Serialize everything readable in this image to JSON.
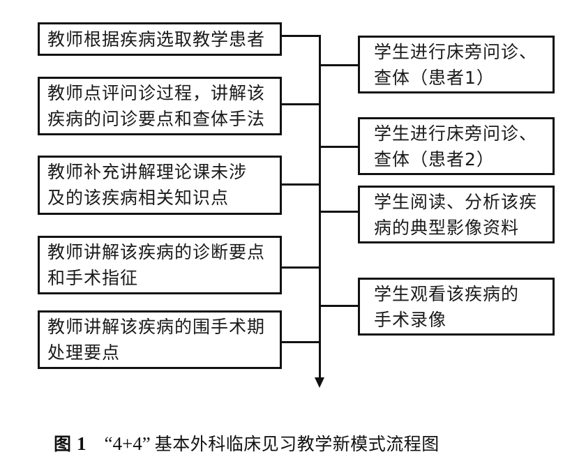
{
  "diagram": {
    "type": "flowchart",
    "teacher_steps": [
      {
        "lines": [
          "教师根据疾病选取教学患者"
        ]
      },
      {
        "lines": [
          "教师点评问诊过程，讲解该",
          "疾病的问诊要点和查体手法"
        ]
      },
      {
        "lines": [
          "教师补充讲解理论课未涉",
          "及的该疾病相关知识点"
        ]
      },
      {
        "lines": [
          "教师讲解该疾病的诊断要点",
          "和手术指征"
        ]
      },
      {
        "lines": [
          "教师讲解该疾病的围手术期",
          "处理要点"
        ]
      }
    ],
    "student_steps": [
      {
        "lines": [
          "学生进行床旁问诊、",
          "查体（患者1）"
        ]
      },
      {
        "lines": [
          "学生进行床旁问诊、",
          "查体（患者2）"
        ]
      },
      {
        "lines": [
          "学生阅读、分析该疾",
          "病的典型影像资料"
        ]
      },
      {
        "lines": [
          "学生观看该疾病的",
          "手术录像"
        ]
      }
    ],
    "flow_direction": "down",
    "line_color": "#111111"
  },
  "caption": {
    "label": "图",
    "number": "1",
    "quoted": "“4+4”",
    "title": "基本外科临床见习教学新模式流程图"
  }
}
